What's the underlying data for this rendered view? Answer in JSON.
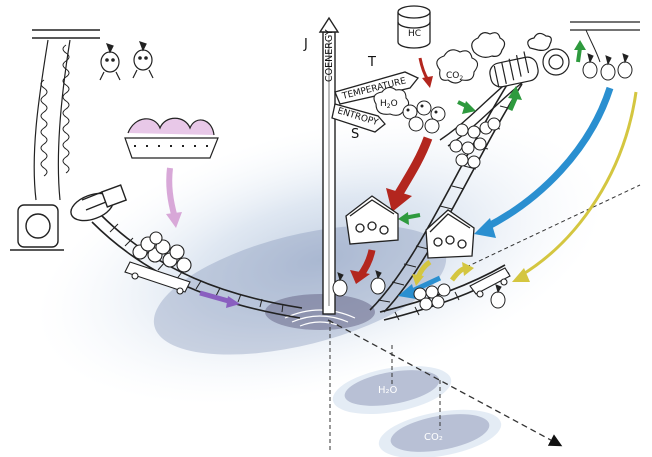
{
  "signpost": {
    "j_letter": "J",
    "t_letter": "T",
    "s_letter": "S",
    "coenergy_label": "COENERGY",
    "temperature_label": "TEMPERATURE",
    "entropy_label": "ENTROPY"
  },
  "molecules": {
    "hc_label": "HC",
    "co2_bubble": "CO",
    "co2_sub": "2",
    "h2o_bubble_h": "H",
    "h2o_bubble_sub": "2",
    "h2o_bubble_o": "O"
  },
  "floor_shadows": {
    "h2o_label": "H₂O",
    "co2_label": "CO₂"
  },
  "colors": {
    "red_arrow": "#b3261e",
    "green_arrow": "#2e9a3e",
    "blue_arrow": "#2a8fd0",
    "yellow_arrow": "#d4c640",
    "purple_arrow": "#8a5fc0",
    "pink_arrow": "#d8a8d8",
    "blue_wash": "#c9d9ec",
    "shadow_grey": "#8a8aa8"
  }
}
